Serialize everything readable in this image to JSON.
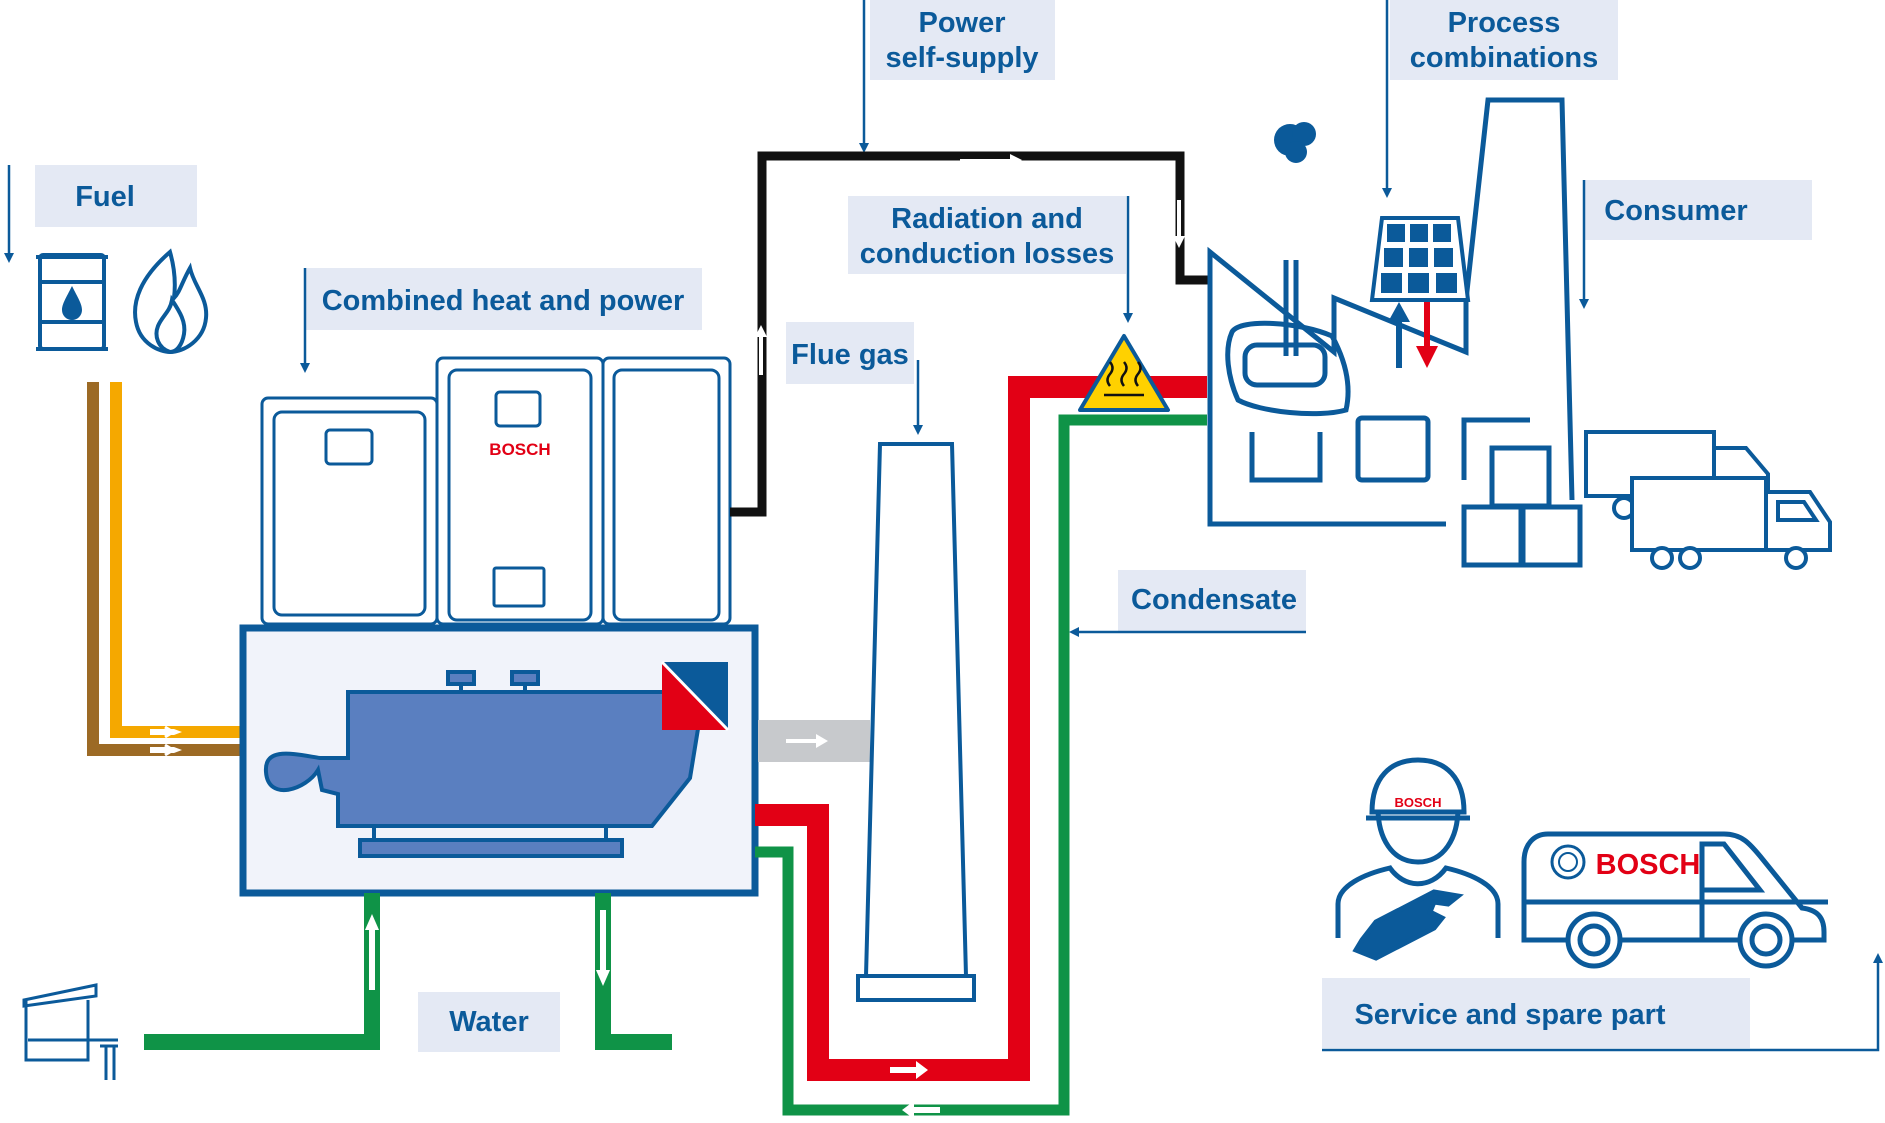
{
  "labels": {
    "fuel": "Fuel",
    "chp": "Combined heat and power",
    "power_line1": "Power",
    "power_line2": "self-supply",
    "radiation_line1": "Radiation and",
    "radiation_line2": "conduction losses",
    "flue_gas": "Flue gas",
    "process_line1": "Process",
    "process_line2": "combinations",
    "consumer": "Consumer",
    "condensate": "Condensate",
    "water": "Water",
    "service": "Service and spare part"
  },
  "branding": {
    "chp_unit": "BOSCH",
    "cap": "BOSCH",
    "van": "BOSCH"
  },
  "colors": {
    "primary_blue": "#0b5a9a",
    "boiler_fill": "#5a7fc0",
    "label_bg": "#e4e9f4",
    "panel_bg": "#f1f3fa",
    "fuel_yellow": "#f5a800",
    "fuel_brown": "#9c6a25",
    "steam_red": "#e20015",
    "condensate_green": "#0f9347",
    "power_black": "#111111",
    "flue_gray": "#c7c9cc",
    "warning_yellow": "#ffd100"
  }
}
